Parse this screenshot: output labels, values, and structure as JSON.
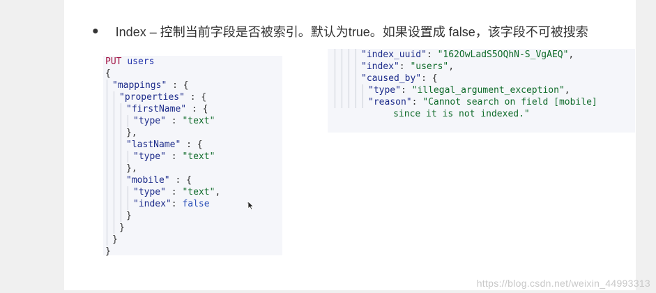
{
  "bullet": {
    "text": "Index – 控制当前字段是否被索引。默认为true。如果设置成  false，该字段不可被搜索"
  },
  "left_code": {
    "lines": [
      {
        "depth": 0,
        "tokens": [
          {
            "t": "PUT ",
            "c": "keyword"
          },
          {
            "t": "users",
            "c": "url"
          }
        ]
      },
      {
        "depth": 0,
        "tokens": [
          {
            "t": "{",
            "c": "punct"
          }
        ]
      },
      {
        "depth": 1,
        "tokens": [
          {
            "t": "\"mappings\"",
            "c": "key"
          },
          {
            "t": " : {",
            "c": "punct"
          }
        ]
      },
      {
        "depth": 2,
        "tokens": [
          {
            "t": "\"properties\"",
            "c": "key"
          },
          {
            "t": " : {",
            "c": "punct"
          }
        ]
      },
      {
        "depth": 3,
        "tokens": [
          {
            "t": "\"firstName\"",
            "c": "key"
          },
          {
            "t": " : {",
            "c": "punct"
          }
        ]
      },
      {
        "depth": 4,
        "tokens": [
          {
            "t": "\"type\"",
            "c": "key"
          },
          {
            "t": " : ",
            "c": "punct"
          },
          {
            "t": "\"text\"",
            "c": "str"
          }
        ]
      },
      {
        "depth": 3,
        "tokens": [
          {
            "t": "},",
            "c": "punct"
          }
        ]
      },
      {
        "depth": 3,
        "tokens": [
          {
            "t": "\"lastName\"",
            "c": "key"
          },
          {
            "t": " : {",
            "c": "punct"
          }
        ]
      },
      {
        "depth": 4,
        "tokens": [
          {
            "t": "\"type\"",
            "c": "key"
          },
          {
            "t": " : ",
            "c": "punct"
          },
          {
            "t": "\"text\"",
            "c": "str"
          }
        ]
      },
      {
        "depth": 3,
        "tokens": [
          {
            "t": "},",
            "c": "punct"
          }
        ]
      },
      {
        "depth": 3,
        "tokens": [
          {
            "t": "\"mobile\"",
            "c": "key"
          },
          {
            "t": " : {",
            "c": "punct"
          }
        ]
      },
      {
        "depth": 4,
        "tokens": [
          {
            "t": "\"type\"",
            "c": "key"
          },
          {
            "t": " : ",
            "c": "punct"
          },
          {
            "t": "\"text\"",
            "c": "str"
          },
          {
            "t": ",",
            "c": "punct"
          }
        ]
      },
      {
        "depth": 4,
        "tokens": [
          {
            "t": "\"index\"",
            "c": "key"
          },
          {
            "t": ": ",
            "c": "punct"
          },
          {
            "t": "false",
            "c": "bool"
          }
        ]
      },
      {
        "depth": 3,
        "tokens": [
          {
            "t": "}",
            "c": "punct"
          }
        ]
      },
      {
        "depth": 2,
        "tokens": [
          {
            "t": "}",
            "c": "punct"
          }
        ]
      },
      {
        "depth": 1,
        "tokens": [
          {
            "t": "}",
            "c": "punct"
          }
        ]
      },
      {
        "depth": 0,
        "tokens": [
          {
            "t": "}",
            "c": "punct"
          }
        ]
      }
    ]
  },
  "right_code": {
    "lines": [
      {
        "depth": 4,
        "tokens": [
          {
            "t": "\"index_uuid\"",
            "c": "key"
          },
          {
            "t": ": ",
            "c": "punct"
          },
          {
            "t": "\"162OwLadS5OQhN-S_VgAEQ\"",
            "c": "str"
          },
          {
            "t": ",",
            "c": "punct"
          }
        ]
      },
      {
        "depth": 4,
        "tokens": [
          {
            "t": "\"index\"",
            "c": "key"
          },
          {
            "t": ": ",
            "c": "punct"
          },
          {
            "t": "\"users\"",
            "c": "str"
          },
          {
            "t": ",",
            "c": "punct"
          }
        ]
      },
      {
        "depth": 4,
        "tokens": [
          {
            "t": "\"caused_by\"",
            "c": "key"
          },
          {
            "t": ": {",
            "c": "punct"
          }
        ]
      },
      {
        "depth": 5,
        "tokens": [
          {
            "t": "\"type\"",
            "c": "key"
          },
          {
            "t": ": ",
            "c": "punct"
          },
          {
            "t": "\"illegal_argument_exception\"",
            "c": "str"
          },
          {
            "t": ",",
            "c": "punct"
          }
        ]
      },
      {
        "depth": 5,
        "tokens": [
          {
            "t": "\"reason\"",
            "c": "key"
          },
          {
            "t": ": ",
            "c": "punct"
          },
          {
            "t": "\"Cannot search on field [mobile]",
            "c": "str"
          }
        ]
      },
      {
        "depth": 0,
        "indent": "           ",
        "tokens": [
          {
            "t": "since it is not indexed.\"",
            "c": "str"
          }
        ]
      }
    ]
  },
  "watermark": {
    "text": "https://blog.csdn.net/weixin_44993313"
  },
  "colors": {
    "keyword": "#a31545",
    "key": "#1c2b8a",
    "string": "#0f6b2a",
    "boolean": "#2b4fb8"
  }
}
